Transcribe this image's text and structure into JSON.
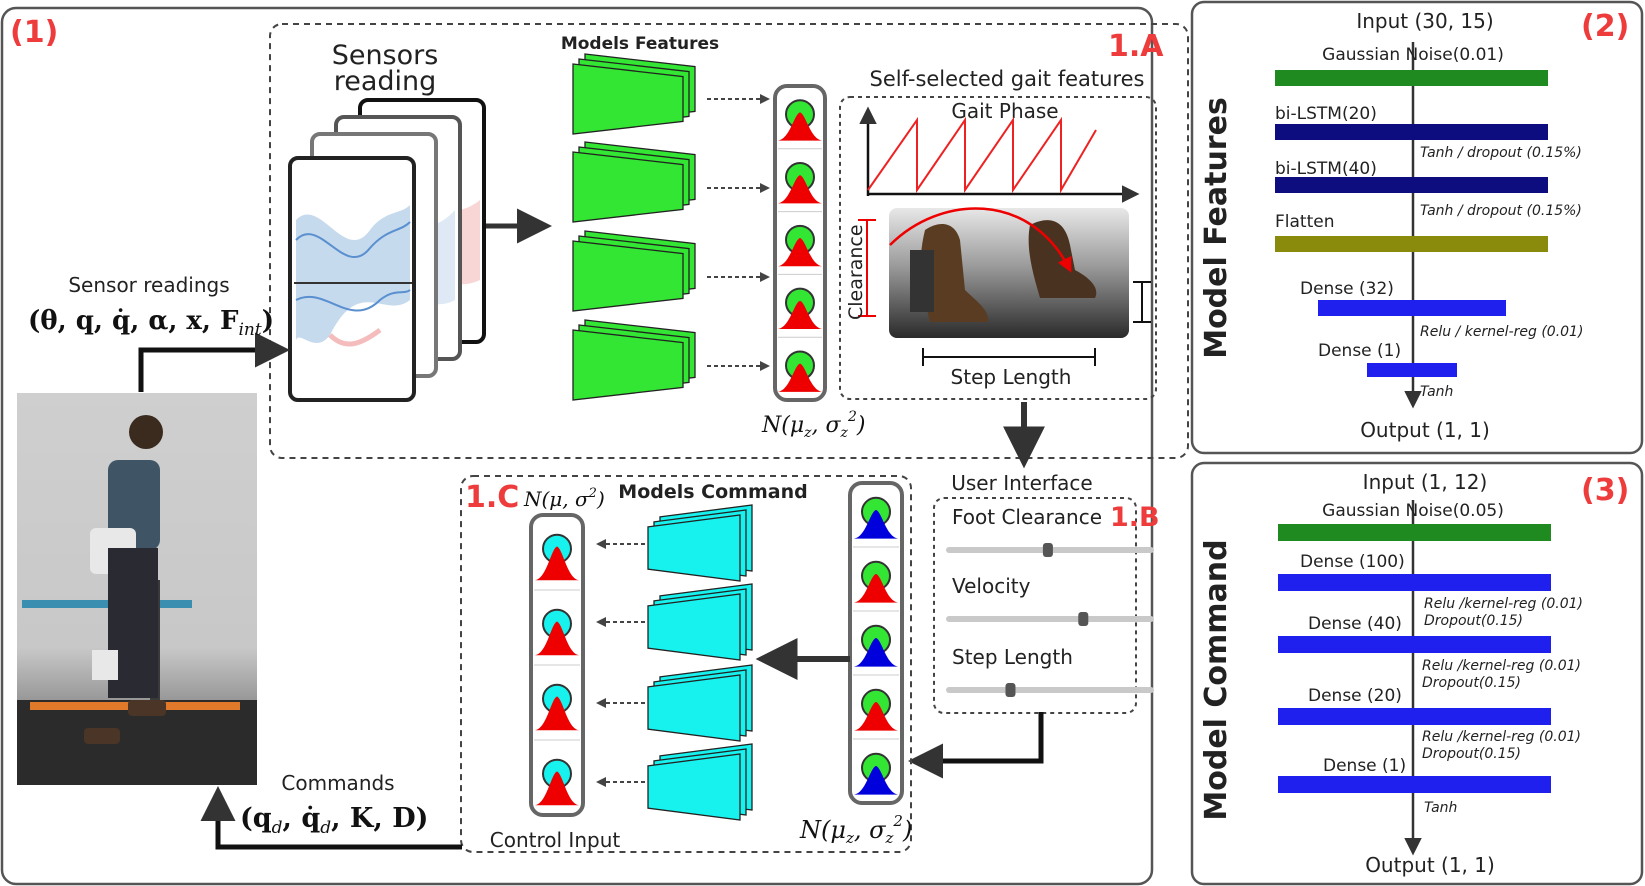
{
  "panel1": {
    "id": "(1)",
    "sensor_readings_label": "Sensor readings",
    "sensor_readings_formula": "(θ, q, q̇, α, x, F",
    "sensor_readings_sub": "int",
    "commands_label": "Commands",
    "commands_formula": "(q",
    "commands_formula_rest": ", q̇",
    "commands_formula_tail": ", K, D)",
    "commands_sub": "d",
    "control_input": "Control Input"
  },
  "section_1a": {
    "id": "1.A",
    "sensors_title_1": "Sensors",
    "sensors_title_2": "reading",
    "models_features": "Models Features",
    "gait_features_title": "Self-selected gait features",
    "gait_phase": "Gait Phase",
    "clearance": "Clearance",
    "step_length": "Step Length",
    "distribution": "N(μ",
    "dist_sub": "z",
    "dist_sigma": ", σ",
    "dist_close": ")"
  },
  "section_1b": {
    "id": "1.B",
    "title": "User Interface",
    "sliders": [
      {
        "label": "Foot Clearance",
        "value": 0.49
      },
      {
        "label": "Velocity",
        "value": 0.66
      },
      {
        "label": "Step Length",
        "value": 0.31
      }
    ]
  },
  "section_1c": {
    "id": "1.C",
    "title": "Models Command",
    "dist_top": "N(μ, σ",
    "dist_top_close": ")",
    "dist_bottom": "N(μ",
    "dist_bottom_sub": "z",
    "dist_bottom_sigma": ", σ",
    "dist_bottom_close": ")"
  },
  "panel2": {
    "id": "(2)",
    "side_title": "Model Features",
    "input": "Input (30, 15)",
    "output": "Output (1, 1)",
    "layers": [
      {
        "name": "Gaussian Noise(0.01)",
        "color": "#1f8a1f"
      },
      {
        "name": "bi-LSTM(20)",
        "color": "#0d0d80"
      },
      {
        "name": "bi-LSTM(40)",
        "color": "#0d0d80"
      },
      {
        "name": "Flatten",
        "color": "#8a8a0d"
      },
      {
        "name": "Dense (32)",
        "color": "#1f1fee"
      },
      {
        "name": "Dense (1)",
        "color": "#1f1fee"
      }
    ],
    "notes": [
      "Tanh / dropout (0.15%)",
      "Tanh / dropout (0.15%)",
      "Relu / kernel-reg (0.01)",
      "Tanh"
    ]
  },
  "panel3": {
    "id": "(3)",
    "side_title": "Model Command",
    "input": "Input (1, 12)",
    "output": "Output (1, 1)",
    "layers": [
      {
        "name": "Gaussian Noise(0.05)",
        "color": "#1f8a1f"
      },
      {
        "name": "Dense (100)",
        "color": "#1f1fee"
      },
      {
        "name": "Dense (40)",
        "color": "#1f1fee"
      },
      {
        "name": "Dense (20)",
        "color": "#1f1fee"
      },
      {
        "name": "Dense (1)",
        "color": "#1f1fee"
      }
    ],
    "notes": [
      [
        "Relu /kernel-reg (0.01)",
        "Dropout(0.15)"
      ],
      [
        "Relu /kernel-reg (0.01)",
        "Dropout(0.15)"
      ],
      [
        "Relu /kernel-reg (0.01)",
        "Dropout(0.15)"
      ],
      [
        "Tanh"
      ]
    ]
  },
  "colors": {
    "accent_red": "#ee3b3b",
    "feature_green": "#33e633",
    "command_cyan": "#17f2ee",
    "dist_red": "#ee0000",
    "dist_blue": "#0000dd"
  }
}
